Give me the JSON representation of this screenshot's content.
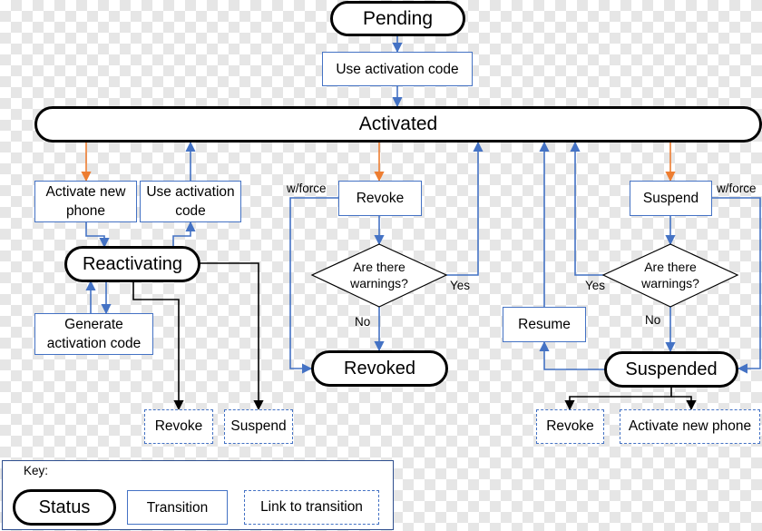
{
  "statuses": {
    "pending": "Pending",
    "activated": "Activated",
    "reactivating": "Reactivating",
    "revoked": "Revoked",
    "suspended": "Suspended"
  },
  "transitions": {
    "use_activation_code_top": "Use activation code",
    "activate_new_phone": "Activate new phone",
    "use_activation_code_left": "Use activation code",
    "generate_activation_code": "Generate activation code",
    "revoke": "Revoke",
    "suspend": "Suspend",
    "resume": "Resume"
  },
  "links": {
    "revoke_left": "Revoke",
    "suspend_left": "Suspend",
    "revoke_right": "Revoke",
    "activate_new_phone_right": "Activate new phone"
  },
  "decisions": {
    "revoke_check": "Are there warnings?",
    "suspend_check": "Are there warnings?"
  },
  "edge_labels": {
    "revoke_force": "w/force",
    "revoke_yes": "Yes",
    "revoke_no": "No",
    "suspend_force": "w/force",
    "suspend_yes": "Yes",
    "suspend_no": "No"
  },
  "key": {
    "title": "Key:",
    "status": "Status",
    "transition": "Transition",
    "link": "Link to transition"
  },
  "colors": {
    "flow_arrow": "#4472c4",
    "start_arrow": "#ed7d31",
    "link_arrow": "#000000"
  }
}
